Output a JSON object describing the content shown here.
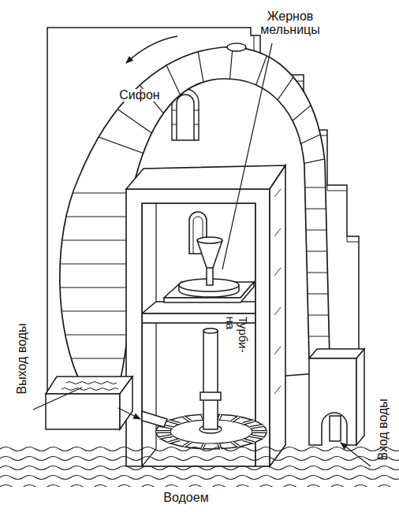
{
  "diagram": {
    "labels": [
      "Жернов мельницы",
      "Сифон",
      "Турби- на",
      "Выход воды",
      "Вход воды",
      "Водоем"
    ]
  }
}
